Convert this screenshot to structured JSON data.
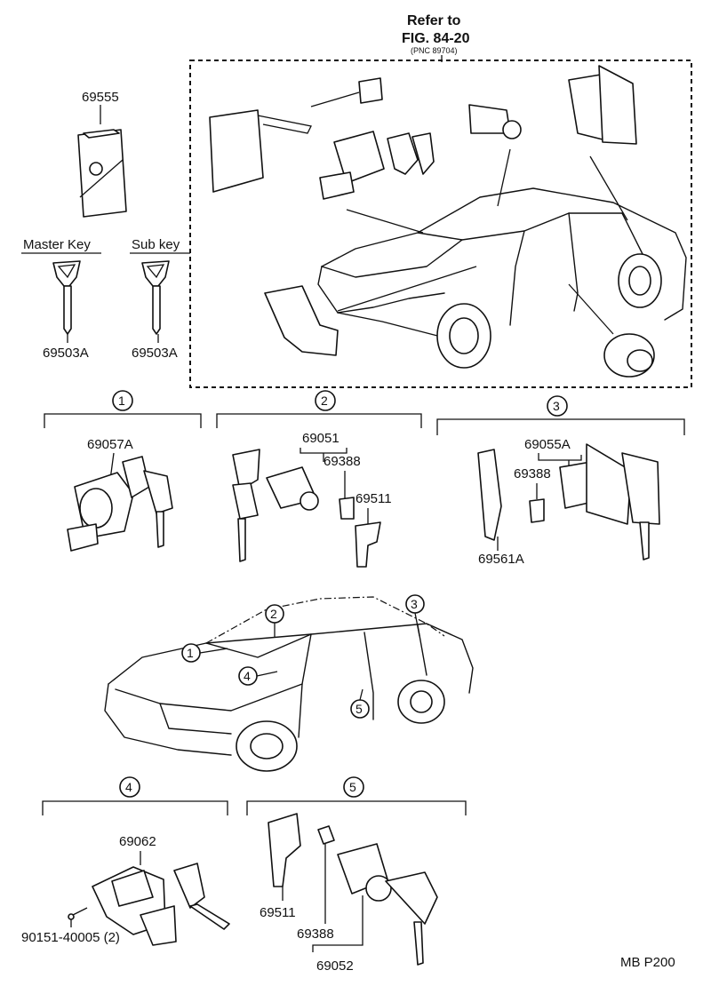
{
  "refer": {
    "line1": "Refer to",
    "line2": "FIG. 84-20",
    "line3": "(PNC 89704)"
  },
  "top_left": {
    "part_69555": "69555",
    "master_key_label": "Master Key",
    "sub_key_label": "Sub key",
    "master_key_part": "69503A",
    "sub_key_part": "69503A"
  },
  "group1": {
    "num": "1",
    "part_a": "69057A"
  },
  "group2": {
    "num": "2",
    "part_a": "69051",
    "part_b": "69388",
    "part_c": "69511"
  },
  "group3": {
    "num": "3",
    "part_a": "69055A",
    "part_b": "69388",
    "part_c": "69561A"
  },
  "car_callouts": {
    "c1": "1",
    "c2": "2",
    "c3": "3",
    "c4": "4",
    "c5": "5"
  },
  "group4": {
    "num": "4",
    "part_a": "69062",
    "part_b": "90151-40005 (2)"
  },
  "group5": {
    "num": "5",
    "part_a": "69511",
    "part_b": "69388",
    "part_c": "69052"
  },
  "footer": {
    "code": "MB P200"
  }
}
